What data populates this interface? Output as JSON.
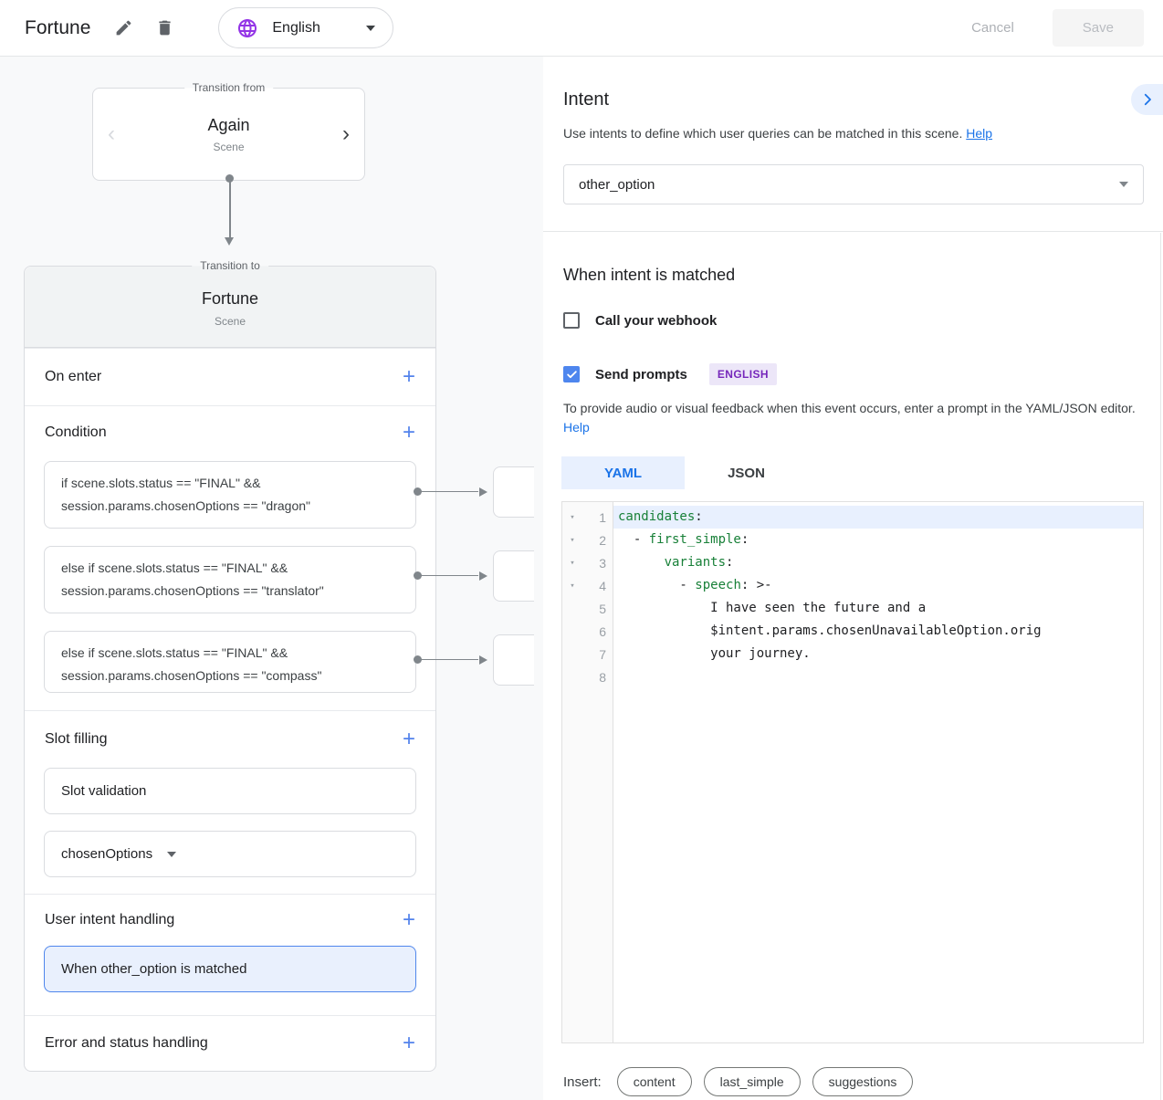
{
  "topbar": {
    "title": "Fortune",
    "language": "English",
    "cancel_label": "Cancel",
    "save_label": "Save"
  },
  "icons": {
    "plus": "+",
    "chevron_left": "‹",
    "chevron_right": "›",
    "fold": "▾"
  },
  "graph": {
    "from_label": "Transition from",
    "from_title": "Again",
    "from_subtitle": "Scene",
    "to_label": "Transition to",
    "to_title": "Fortune",
    "to_subtitle": "Scene"
  },
  "scene": {
    "on_enter": "On enter",
    "condition": "Condition",
    "conditions": [
      {
        "line1": "if scene.slots.status == \"FINAL\" &&",
        "line2": "session.params.chosenOptions == \"dragon\""
      },
      {
        "line1": "else if scene.slots.status == \"FINAL\" &&",
        "line2": "session.params.chosenOptions == \"translator\""
      },
      {
        "line1": "else if scene.slots.status == \"FINAL\" &&",
        "line2": "session.params.chosenOptions == \"compass\""
      }
    ],
    "slot_filling": "Slot filling",
    "slot_validation": "Slot validation",
    "slot_param": "chosenOptions",
    "user_intent_handling": "User intent handling",
    "intent_handler": "When other_option is matched",
    "error_handling": "Error and status handling"
  },
  "intent_panel": {
    "title": "Intent",
    "description": "Use intents to define which user queries can be matched in this scene.",
    "help_link": "Help",
    "selected_intent": "other_option",
    "matched_title": "When intent is matched",
    "webhook_label": "Call your webhook",
    "send_prompts_label": "Send prompts",
    "language_badge": "ENGLISH",
    "hint": "To provide audio or visual feedback when this event occurs, enter a prompt in the YAML/JSON editor.",
    "hint_help_link": "Help",
    "tab_yaml": "YAML",
    "tab_json": "JSON",
    "insert_label": "Insert:",
    "insert_chips": [
      "content",
      "last_simple",
      "suggestions"
    ]
  },
  "editor": {
    "lines": [
      {
        "num": "1",
        "pre": "",
        "key": "candidates",
        "post": ":"
      },
      {
        "num": "2",
        "pre": "  - ",
        "key": "first_simple",
        "post": ":"
      },
      {
        "num": "3",
        "pre": "      ",
        "key": "variants",
        "post": ":"
      },
      {
        "num": "4",
        "pre": "        - ",
        "key": "speech",
        "post": ": >-"
      },
      {
        "num": "5",
        "pre": "            I have seen the future and a"
      },
      {
        "num": "6",
        "pre": "            $intent.params.chosenUnavailableOption.orig"
      },
      {
        "num": "7",
        "pre": "            your journey."
      },
      {
        "num": "8",
        "pre": ""
      }
    ]
  },
  "colors": {
    "accent_blue": "#1a73e8",
    "checkbox_blue": "#4e86ee",
    "selected_bg": "#e9f0fd",
    "yaml_key_green": "#188038",
    "brand_purple": "#9334e6",
    "badge_bg": "#ece6f8",
    "badge_text": "#7627bb"
  }
}
